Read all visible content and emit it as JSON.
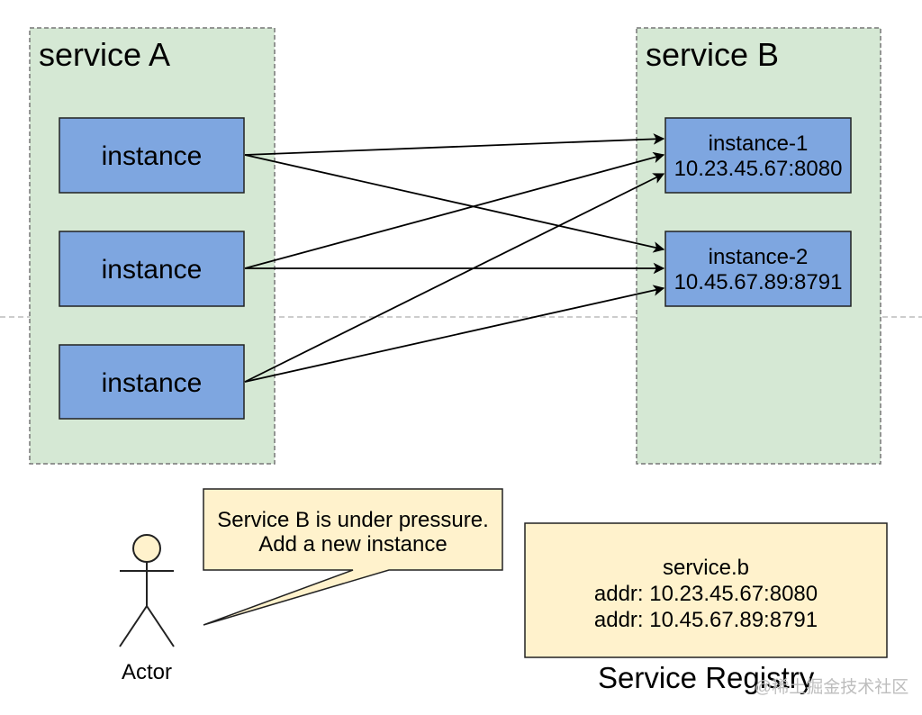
{
  "service_a": {
    "label": "service A",
    "instances": [
      "instance",
      "instance",
      "instance"
    ]
  },
  "service_b": {
    "label": "service B",
    "instances": [
      {
        "name": "instance-1",
        "addr": "10.23.45.67:8080"
      },
      {
        "name": "instance-2",
        "addr": "10.45.67.89:8791"
      }
    ]
  },
  "callout": {
    "lines": [
      "Service B is under pressure.",
      "Add a new instance"
    ]
  },
  "actor": {
    "label": "Actor"
  },
  "registry": {
    "title": "Service Registry",
    "service": "service.b",
    "entries": [
      "addr: 10.23.45.67:8080",
      "addr: 10.45.67.89:8791"
    ]
  },
  "watermark": "@稀土掘金技术社区",
  "colors": {
    "group_fill": "#d5e8d4",
    "group_border": "#777777",
    "instance_fill": "#7ea6e0",
    "note_fill": "#fff2cc",
    "stroke": "#222222",
    "separator": "#bbbbbb"
  }
}
